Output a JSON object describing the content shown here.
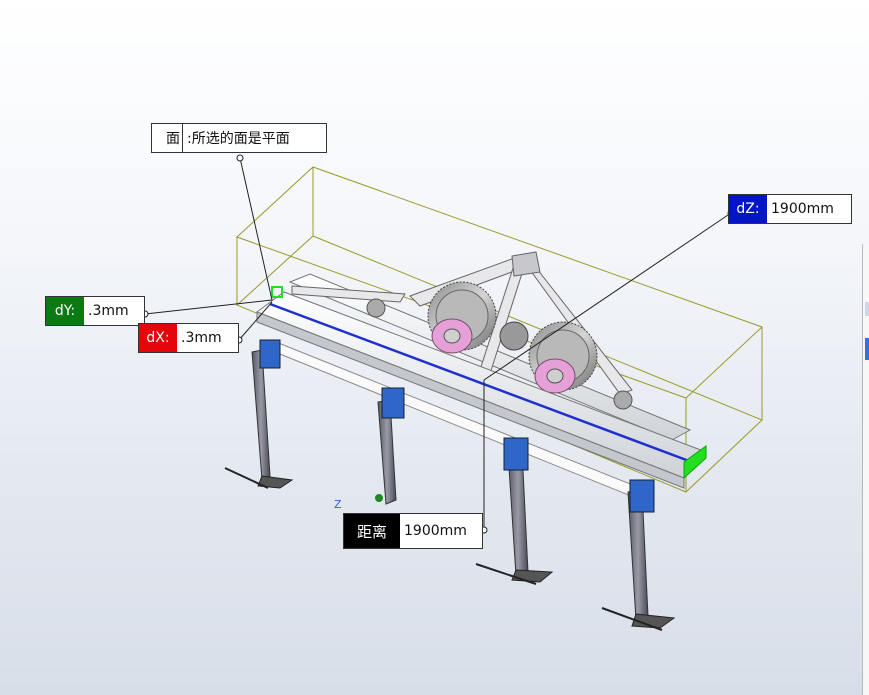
{
  "annotations": {
    "face": {
      "label": "面",
      "value": ":所选的面是平面"
    },
    "dy": {
      "tag": "dY:",
      "value": ".3mm"
    },
    "dx": {
      "tag": "dX:",
      "value": ".3mm"
    },
    "dz": {
      "tag": "dZ:",
      "value": "1900mm"
    },
    "distance": {
      "tag": "距离",
      "value": "1900mm"
    }
  },
  "triad": {
    "axis_label": "Z"
  },
  "colors": {
    "dy_tag": "#0b7a12",
    "dx_tag": "#e4060b",
    "dz_tag": "#0414c8",
    "distance_tag": "#000000",
    "bounding_box": "#9a9a2a",
    "selection_edge": "#1f2fd0",
    "selected_face": "#22e020"
  }
}
